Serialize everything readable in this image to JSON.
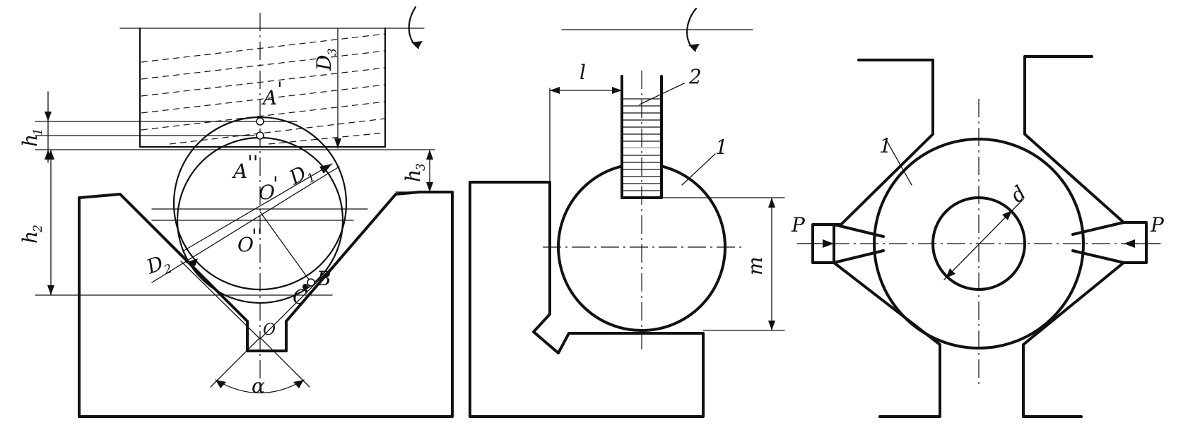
{
  "figure_left": {
    "labels": {
      "A1": "A",
      "A1_mark": "'",
      "A2": "A",
      "A2_mark": "''",
      "O1": "O",
      "O1_mark": "'",
      "O2": "O",
      "O2_mark": "''",
      "O": "O",
      "B": "B",
      "C": "C",
      "alpha": "α",
      "D1": "D",
      "D1_sub": "1",
      "D2": "D",
      "D2_sub": "2",
      "D3": "D",
      "D3_sub": "3",
      "h1": "h",
      "h1_sub": "1",
      "h2": "h",
      "h2_sub": "2",
      "h3": "h",
      "h3_sub": "3"
    }
  },
  "figure_middle": {
    "labels": {
      "l": "l",
      "m": "m",
      "part1": "1",
      "part2": "2"
    }
  },
  "figure_right": {
    "labels": {
      "part1": "1",
      "d": "d",
      "P_left": "P",
      "P_right": "P"
    }
  }
}
